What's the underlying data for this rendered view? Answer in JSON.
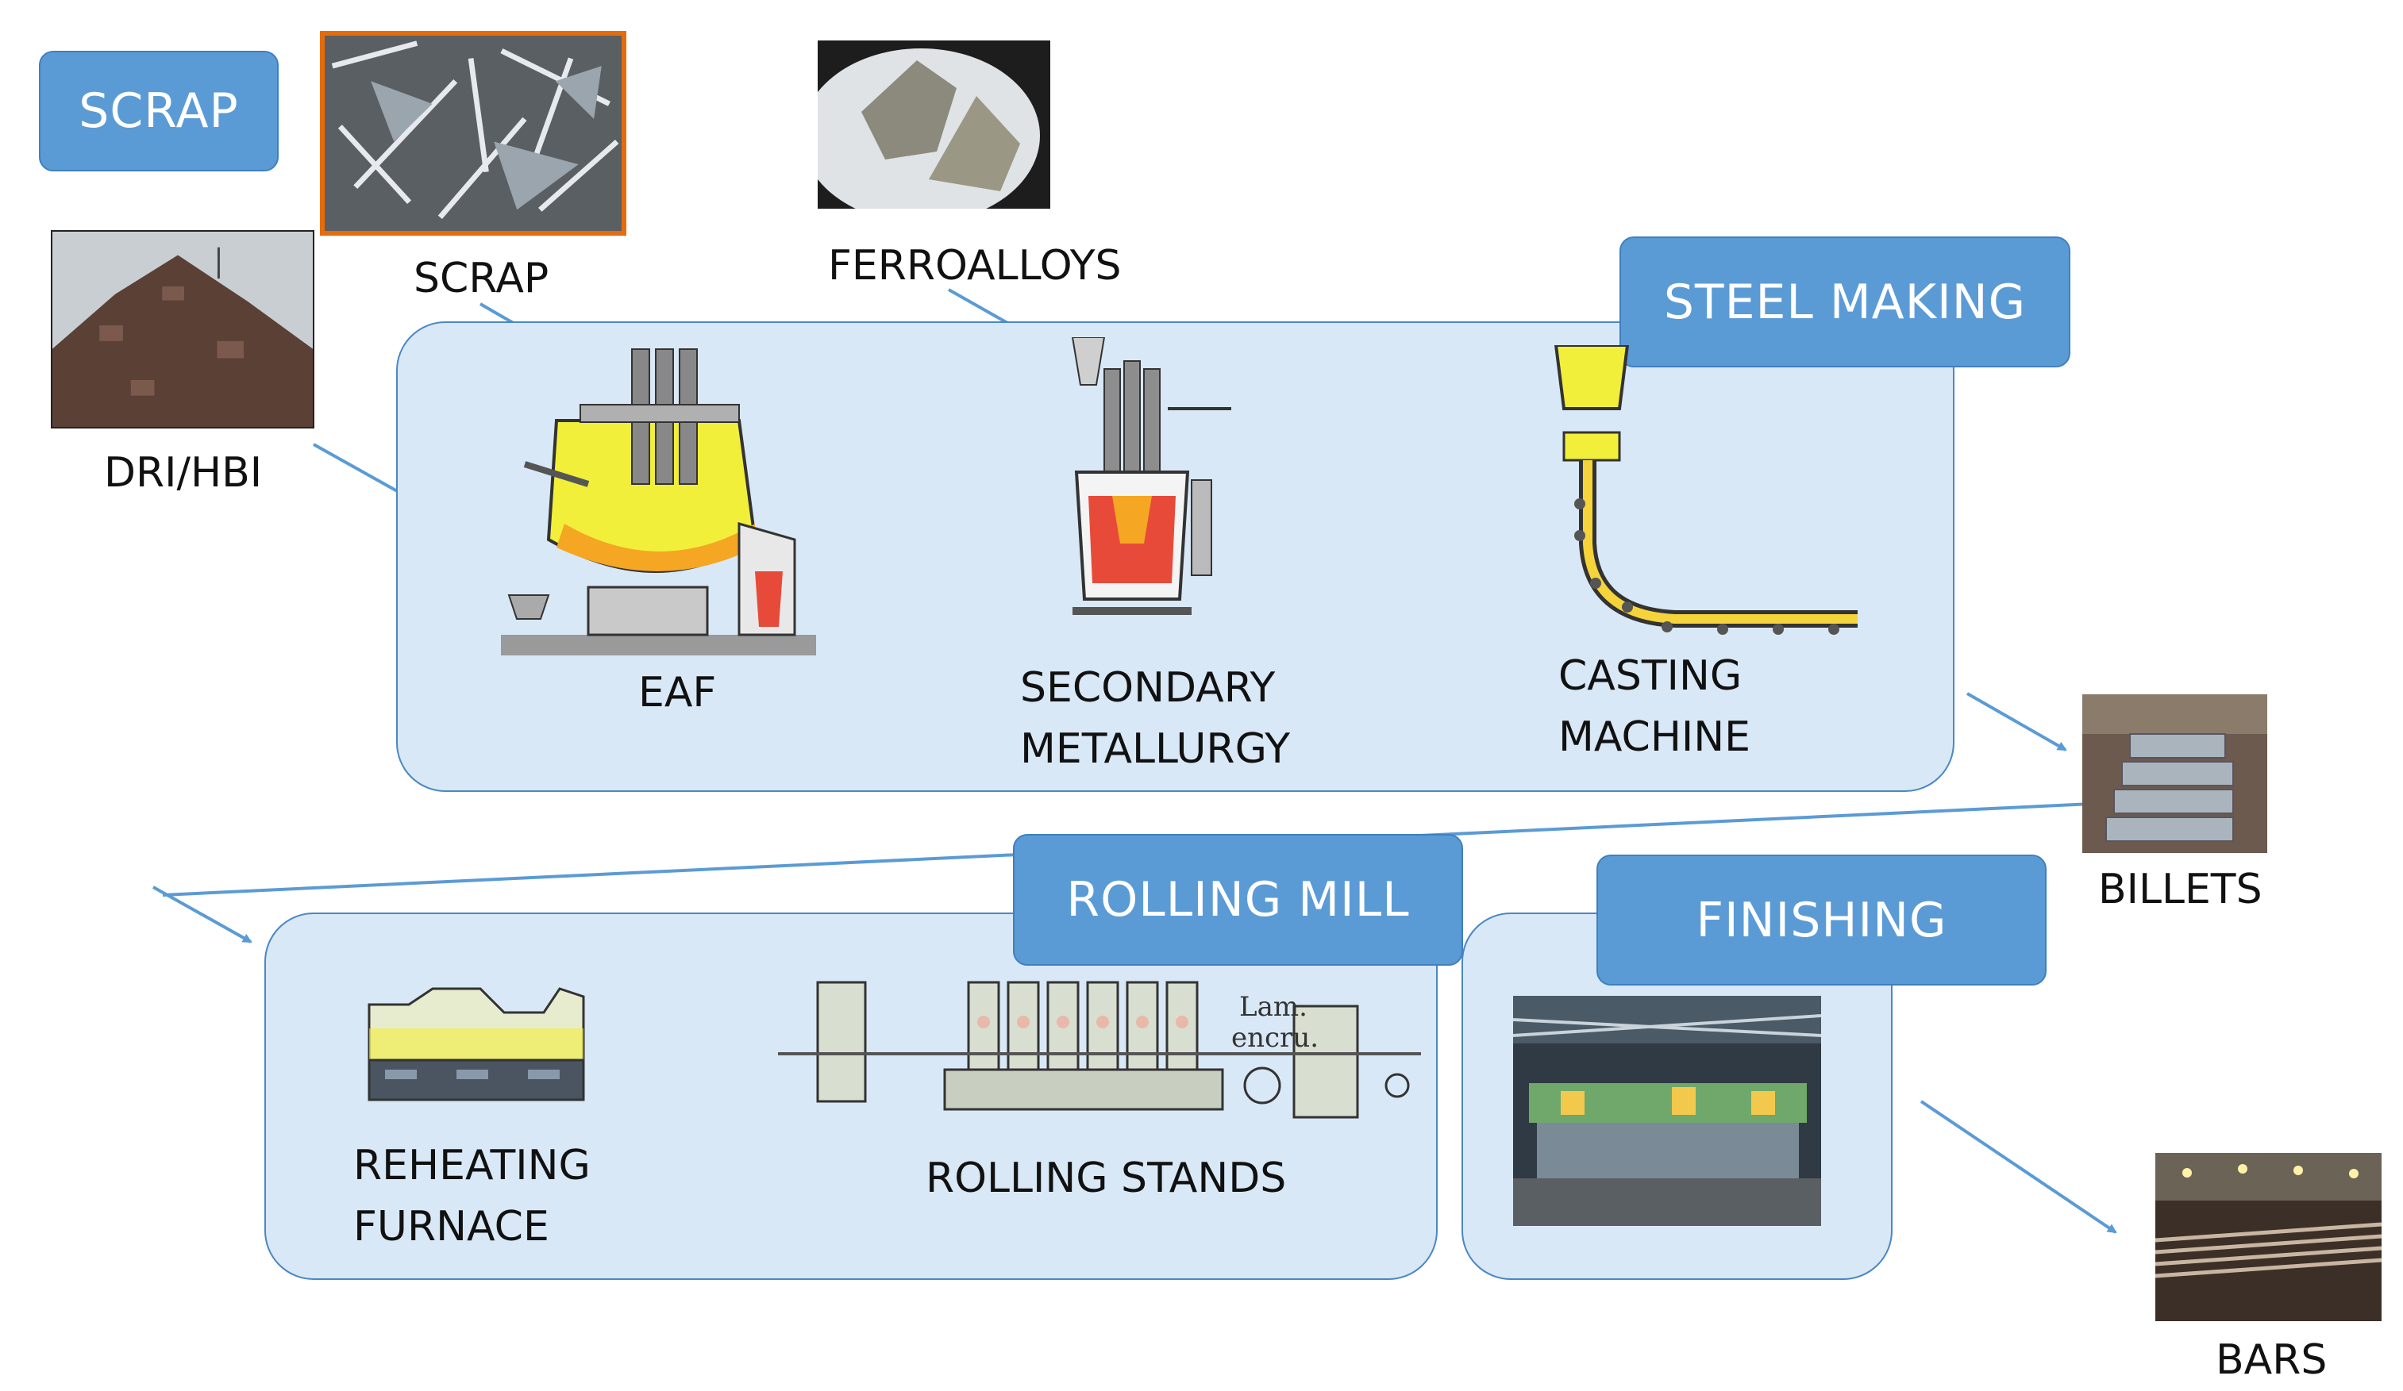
{
  "tags": {
    "scrap": "SCRAP",
    "steel_making": "STEEL MAKING",
    "rolling_mill": "ROLLING MILL",
    "finishing": "FINISHING"
  },
  "inputs": {
    "scrap": "SCRAP",
    "ferroalloys": "FERROALLOYS",
    "dri_hbi": "DRI/HBI"
  },
  "steel_making": {
    "eaf": "EAF",
    "secondary_1": "SECONDARY",
    "secondary_2": "METALLURGY",
    "casting_1": "CASTING",
    "casting_2": "MACHINE"
  },
  "rolling_mill": {
    "reheating_1": "REHEATING",
    "reheating_2": "FURNACE",
    "rolling_stands": "ROLLING STANDS",
    "stand_note_1": "Lam.",
    "stand_note_2": "encru."
  },
  "products": {
    "billets": "BILLETS",
    "bars": "BARS"
  },
  "colors": {
    "panel_fill": "#d9e8f6",
    "panel_border": "#4a87c4",
    "tag_fill": "#5b9bd5",
    "arrow": "#5b9bd5",
    "scrap_photo_border": "#e46c0a"
  }
}
